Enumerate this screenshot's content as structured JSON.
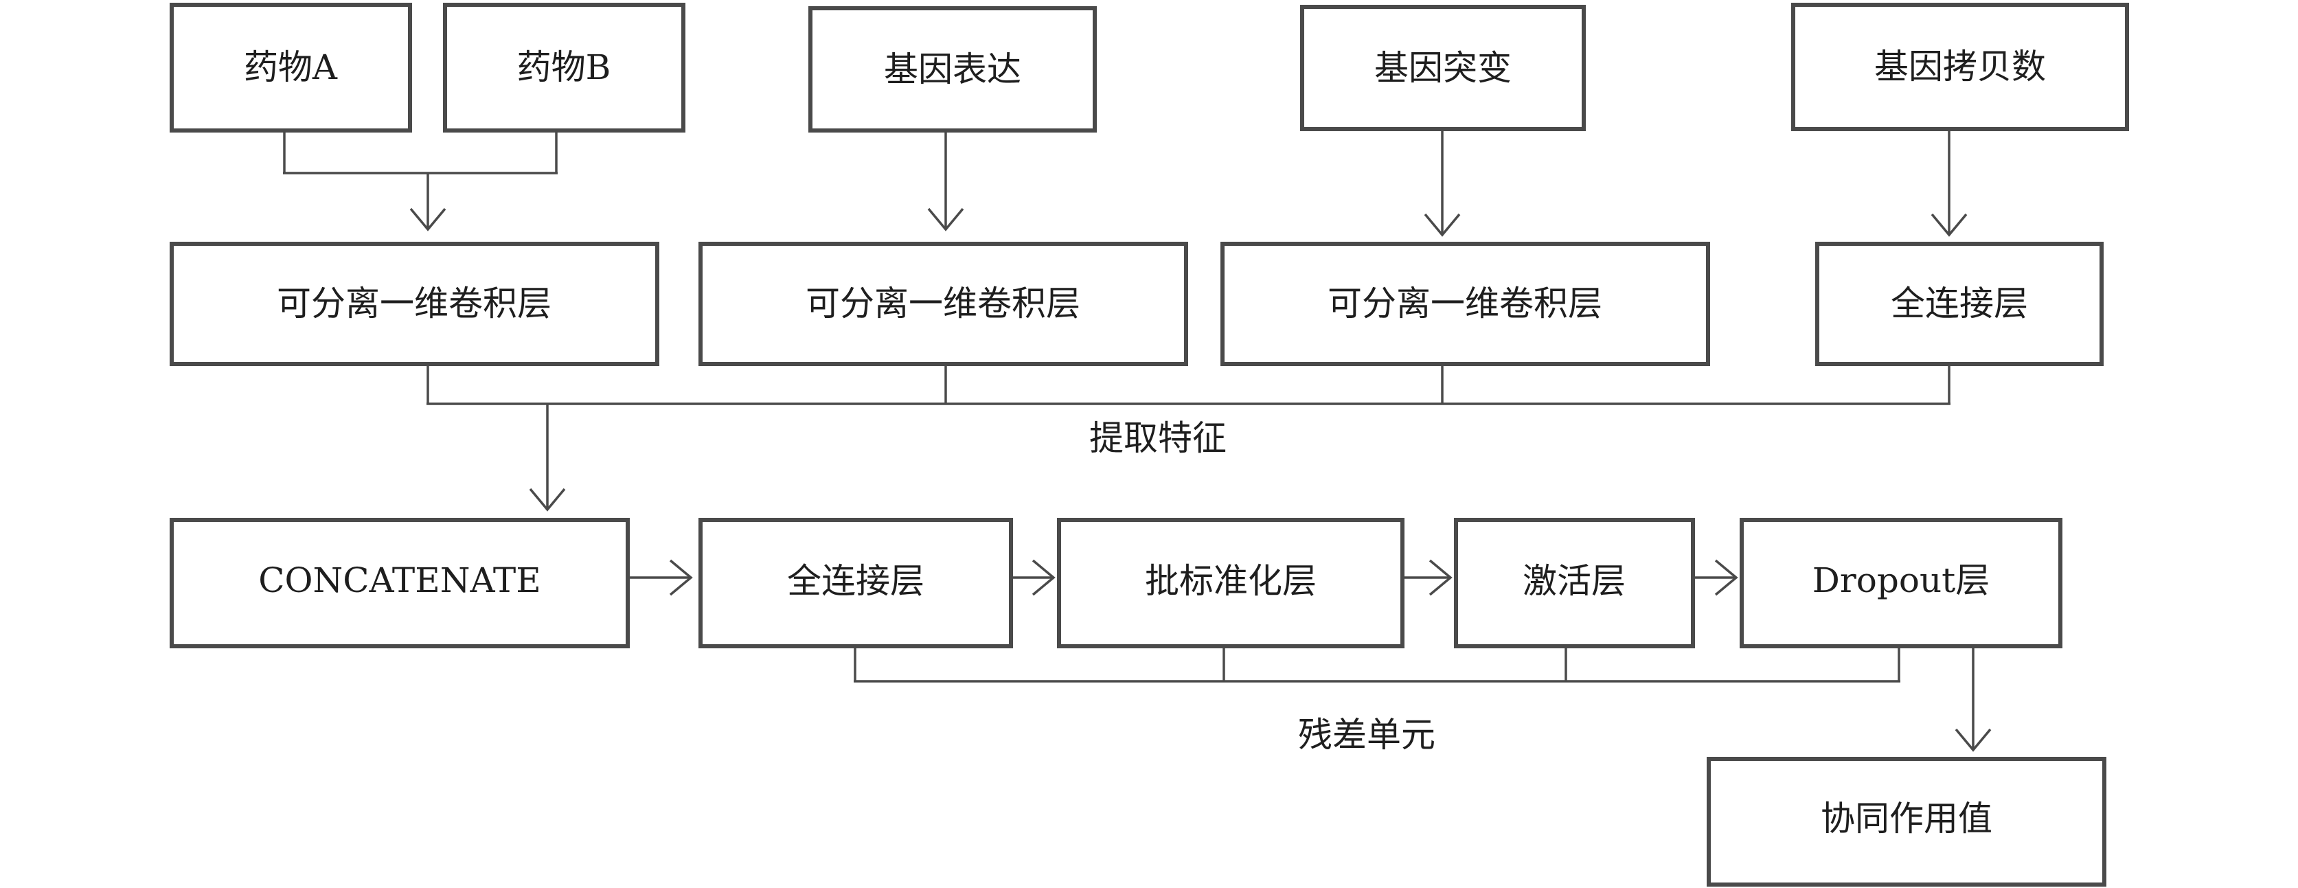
{
  "nodes": {
    "drug_a": "药物A",
    "drug_b": "药物B",
    "gene_expression": "基因表达",
    "gene_mutation": "基因突变",
    "gene_copy_number": "基因拷贝数",
    "sepconv_1": "可分离一维卷积层",
    "sepconv_2": "可分离一维卷积层",
    "sepconv_3": "可分离一维卷积层",
    "fc_top": "全连接层",
    "concatenate": "CONCATENATE",
    "fc_mid": "全连接层",
    "batch_norm": "批标准化层",
    "activation": "激活层",
    "dropout": "Dropout层",
    "synergy": "协同作用值"
  },
  "labels": {
    "feature_extraction": "提取特征",
    "residual_unit": "残差单元"
  }
}
